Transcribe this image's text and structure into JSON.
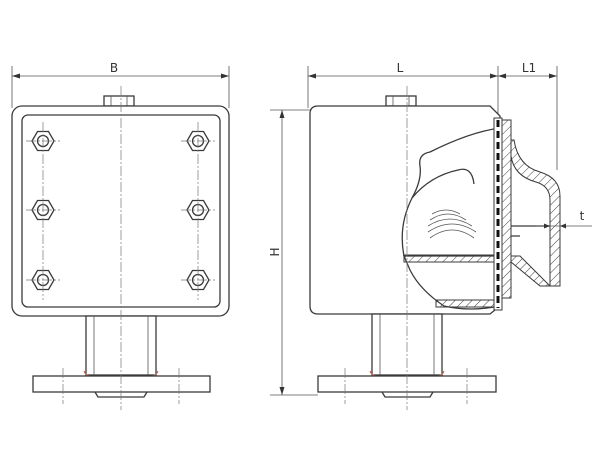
{
  "labels": {
    "B": "B",
    "L": "L",
    "L1": "L1",
    "H": "H",
    "t": "t"
  },
  "colors": {
    "line": "#3a3a3a",
    "weld": "#c06a5a",
    "hatch": "#444444"
  }
}
